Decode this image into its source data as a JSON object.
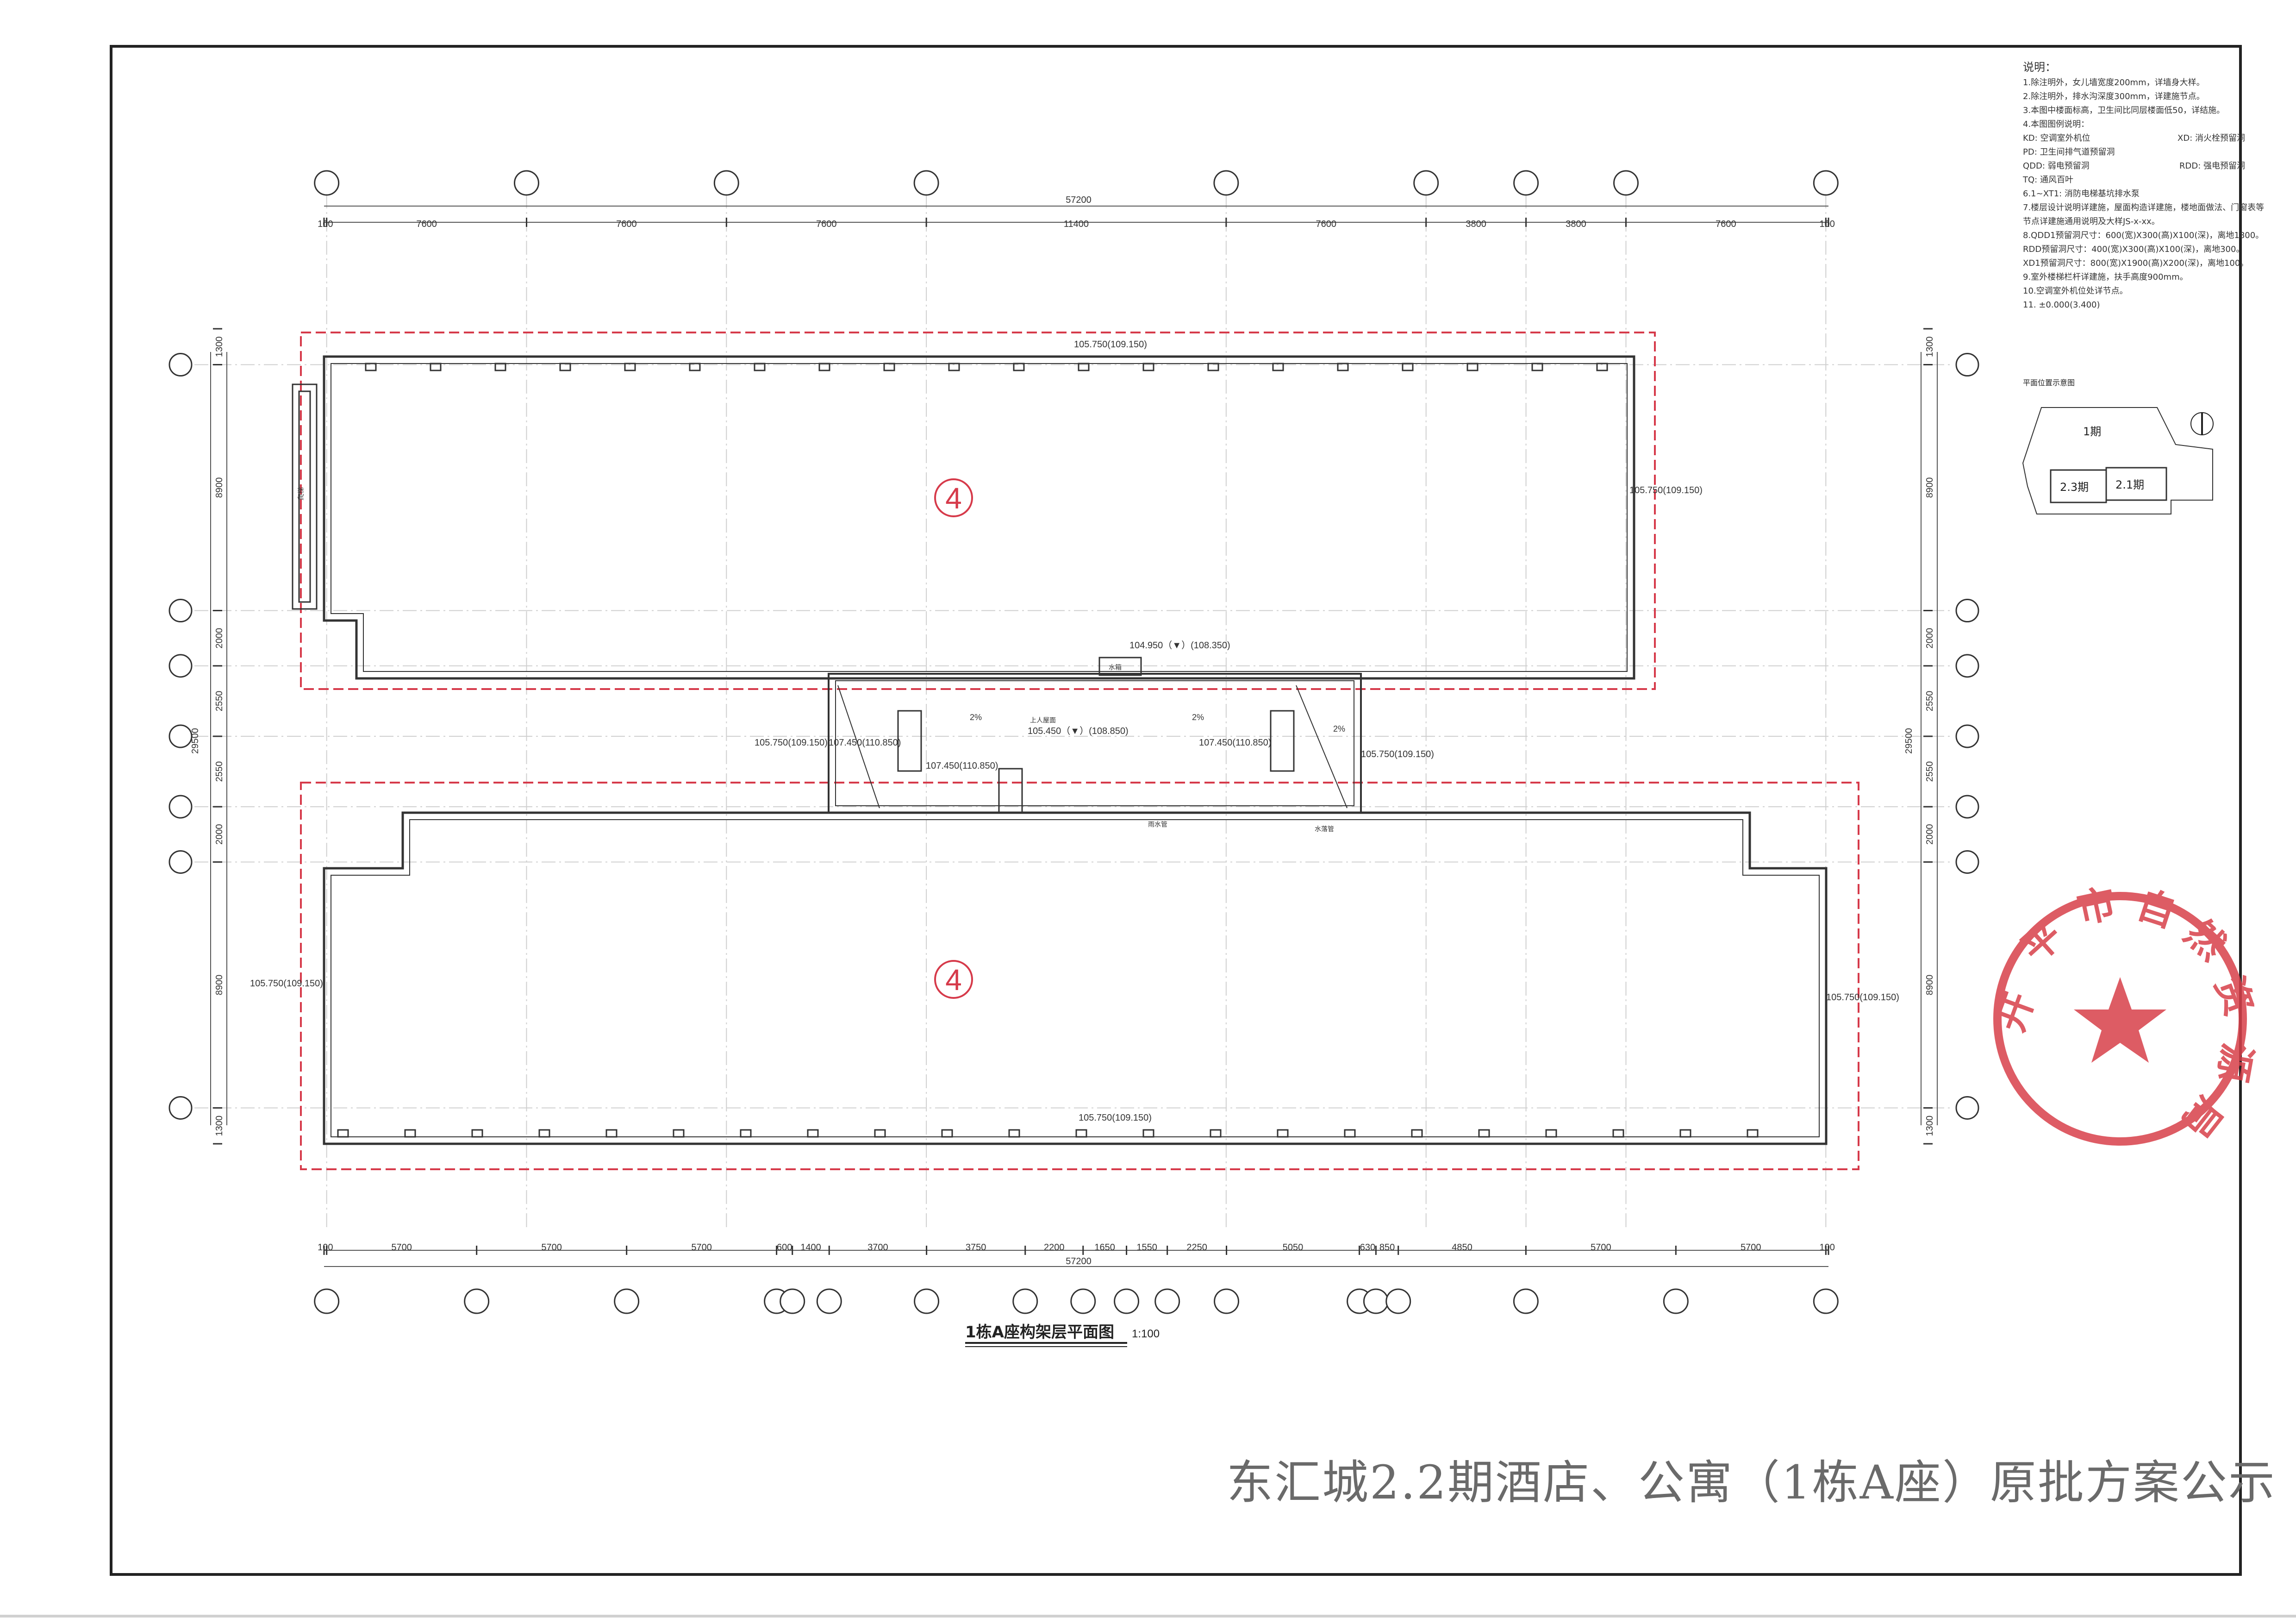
{
  "drawing": {
    "title": "1栋A座构架层平面图",
    "scale": "1:100",
    "room_marker": "4",
    "top_total": "57200",
    "top_dims": [
      "100",
      "7600",
      "7600",
      "7600",
      "11400",
      "7600",
      "3800",
      "3800",
      "7600",
      "100"
    ],
    "bottom_total": "57200",
    "bottom_dims": [
      "100",
      "5700",
      "5700",
      "5700",
      "600",
      "1400",
      "3700",
      "3750",
      "2200",
      "1650",
      "1550",
      "2250",
      "5050",
      "630",
      "850",
      "4850",
      "5700",
      "5700",
      "100"
    ],
    "left_dims": [
      "1300",
      "8900",
      "2000",
      "2550",
      "2550",
      "2000",
      "8900",
      "1300"
    ],
    "left_total": "29500",
    "right_dims": [
      "1300",
      "8900",
      "2000",
      "2550",
      "2550",
      "2000",
      "8900",
      "1300"
    ],
    "right_total": "29500",
    "elevations": {
      "top_parapet": "105.750(109.150)",
      "right_upper": "105.750(109.150)",
      "top_notch": "104.950（▼）(108.350)",
      "link_left": "105.750(109.150)",
      "link_left2": "107.450(110.850)",
      "link_mid": "105.450（▼）(108.850)",
      "link_mid2": "107.450(110.850)",
      "link_right": "107.450(110.850)",
      "link_right2": "105.750(109.150)",
      "left_lower": "105.750(109.150)",
      "right_lower": "105.750(109.150)",
      "bottom_parapet": "105.750(109.150)"
    },
    "slopes": [
      "2%",
      "2%",
      "2%"
    ],
    "small_labels": {
      "roof_hatch": "上人屋面",
      "water_tank": "水箱",
      "down_pipe_left": "雨水管",
      "down_pipe_right": "水落管",
      "ladder": "爬梯"
    }
  },
  "notes": {
    "heading": "说明：",
    "lines": [
      "1.除注明外，女儿墙宽度200mm，详墙身大样。",
      "2.除注明外，排水沟深度300mm，详建施节点。",
      "3.本图中楼面标高，卫生间比同层楼面低50，详结施。",
      "4.本图图例说明："
    ],
    "codes": [
      {
        "left": "KD: 空调室外机位",
        "right": "XD: 消火栓预留洞"
      },
      {
        "left": "PD: 卫生间排气道预留洞",
        "right": ""
      },
      {
        "left": "QDD: 弱电预留洞",
        "right": "RDD: 强电预留洞"
      },
      {
        "left": "TQ: 通风百叶",
        "right": ""
      }
    ],
    "lines2": [
      "6.1~XT1: 消防电梯基坑排水泵",
      "7.楼层设计说明详建施，屋面构造详建施，楼地面做法、门窗表等",
      "  节点详建施通用说明及大样JS-x-xx。",
      "8.QDD1预留洞尺寸：600(宽)X300(高)X100(深)，离地1800。",
      "  RDD预留洞尺寸：400(宽)X300(高)X100(深)，离地300。",
      "  XD1预留洞尺寸：800(宽)X1900(高)X200(深)，离地100。",
      "9.室外楼梯栏杆详建施，扶手高度900mm。",
      "10.空调室外机位处详节点。",
      "11. ±0.000(3.400)"
    ],
    "key_plan_title": "平面位置示意图",
    "key_plan_phase1": "1期",
    "key_plan_phase23": "2.3期",
    "key_plan_phase21": "2.1期"
  },
  "stamp": {
    "text": "开平市自然资源局",
    "color": "#d8404a"
  },
  "title_block": {
    "text": "东汇城2.2期酒店、公寓（1栋A座）原批方案公示"
  }
}
